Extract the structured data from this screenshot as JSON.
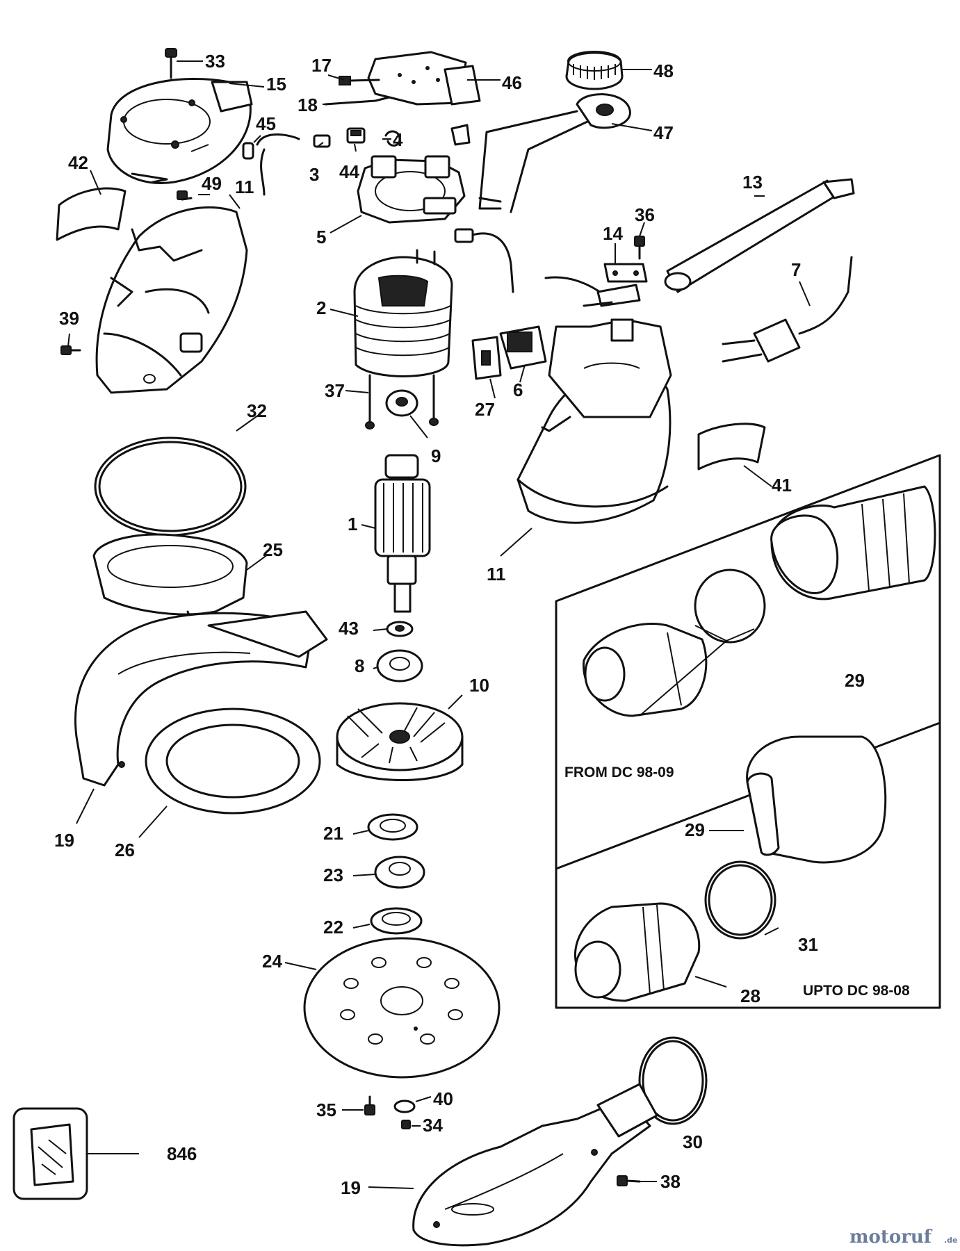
{
  "diagram": {
    "callouts": [
      {
        "id": "c33",
        "text": "33"
      },
      {
        "id": "c15",
        "text": "15"
      },
      {
        "id": "c17",
        "text": "17"
      },
      {
        "id": "c18",
        "text": "18"
      },
      {
        "id": "c46",
        "text": "46"
      },
      {
        "id": "c48",
        "text": "48"
      },
      {
        "id": "c45",
        "text": "45"
      },
      {
        "id": "c4",
        "text": "4"
      },
      {
        "id": "c3",
        "text": "3"
      },
      {
        "id": "c44",
        "text": "44"
      },
      {
        "id": "c47",
        "text": "47"
      },
      {
        "id": "c42",
        "text": "42"
      },
      {
        "id": "c49",
        "text": "49"
      },
      {
        "id": "c11a",
        "text": "11"
      },
      {
        "id": "c5",
        "text": "5"
      },
      {
        "id": "c13",
        "text": "13"
      },
      {
        "id": "c36",
        "text": "36"
      },
      {
        "id": "c14",
        "text": "14"
      },
      {
        "id": "c7",
        "text": "7"
      },
      {
        "id": "c2",
        "text": "2"
      },
      {
        "id": "c39",
        "text": "39"
      },
      {
        "id": "c37",
        "text": "37"
      },
      {
        "id": "c27",
        "text": "27"
      },
      {
        "id": "c6",
        "text": "6"
      },
      {
        "id": "c32",
        "text": "32"
      },
      {
        "id": "c9",
        "text": "9"
      },
      {
        "id": "c41",
        "text": "41"
      },
      {
        "id": "c1",
        "text": "1"
      },
      {
        "id": "c25",
        "text": "25"
      },
      {
        "id": "c11b",
        "text": "11"
      },
      {
        "id": "c43",
        "text": "43"
      },
      {
        "id": "c8",
        "text": "8"
      },
      {
        "id": "c10",
        "text": "10"
      },
      {
        "id": "c29a",
        "text": "29"
      },
      {
        "id": "c19a",
        "text": "19"
      },
      {
        "id": "c26",
        "text": "26"
      },
      {
        "id": "c21",
        "text": "21"
      },
      {
        "id": "c29b",
        "text": "29"
      },
      {
        "id": "c23",
        "text": "23"
      },
      {
        "id": "c22",
        "text": "22"
      },
      {
        "id": "c31",
        "text": "31"
      },
      {
        "id": "c24",
        "text": "24"
      },
      {
        "id": "c28",
        "text": "28"
      },
      {
        "id": "c35",
        "text": "35"
      },
      {
        "id": "c40",
        "text": "40"
      },
      {
        "id": "c34",
        "text": "34"
      },
      {
        "id": "c846",
        "text": "846"
      },
      {
        "id": "c30",
        "text": "30"
      },
      {
        "id": "c38",
        "text": "38"
      },
      {
        "id": "c19b",
        "text": "19"
      }
    ],
    "inset": {
      "from_label": "FROM DC 98-09",
      "upto_label": "UPTO DC 98-08"
    },
    "watermark": {
      "logo_text": "motoruf",
      "logo_suffix": ".de"
    }
  }
}
